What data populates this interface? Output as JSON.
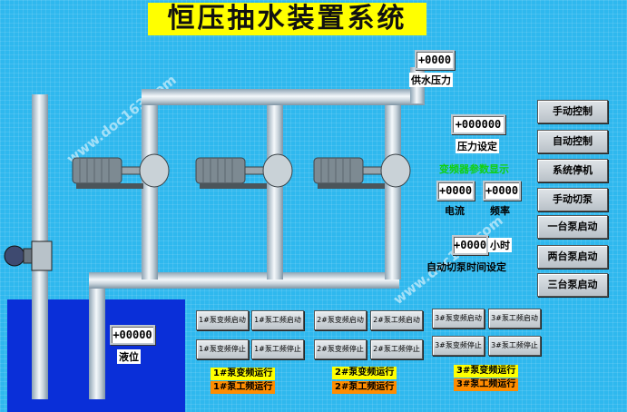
{
  "title": "恒压抽水装置系统",
  "watermark": "www.doc163.com",
  "displays": {
    "supply_pressure": "+0000",
    "pressure_setting": "+000000",
    "current": "+0000",
    "frequency": "+0000",
    "switch_time": "+0000",
    "level": "+00000"
  },
  "labels": {
    "supply_pressure": "供水压力",
    "pressure_setting": "压力设定",
    "inverter_params": "变频器参数显示",
    "current": "电流",
    "frequency": "频率",
    "hours": "小时",
    "switch_time": "自动切泵时间设定",
    "level": "液位"
  },
  "side_buttons": [
    "手动控制",
    "自动控制",
    "系统停机",
    "手动切泵",
    "一台泵启动",
    "两台泵启动",
    "三台泵启动"
  ],
  "pump_groups": [
    {
      "buttons": [
        "1#泵变频启动",
        "1#泵工频启动",
        "1#泵变频停止",
        "1#泵工频停止"
      ],
      "run_status": "1#泵变频运行",
      "work_status": "1#泵工频运行"
    },
    {
      "buttons": [
        "2#泵变频启动",
        "2#泵工频启动",
        "2#泵变频停止",
        "2#泵工频停止"
      ],
      "run_status": "2#泵变频运行",
      "work_status": "2#泵工频运行"
    },
    {
      "buttons": [
        "3#泵变频启动",
        "3#泵工频启动",
        "3#泵变频停止",
        "3#泵工频停止"
      ],
      "run_status": "3#泵变频运行",
      "work_status": "3#泵工频运行"
    }
  ]
}
